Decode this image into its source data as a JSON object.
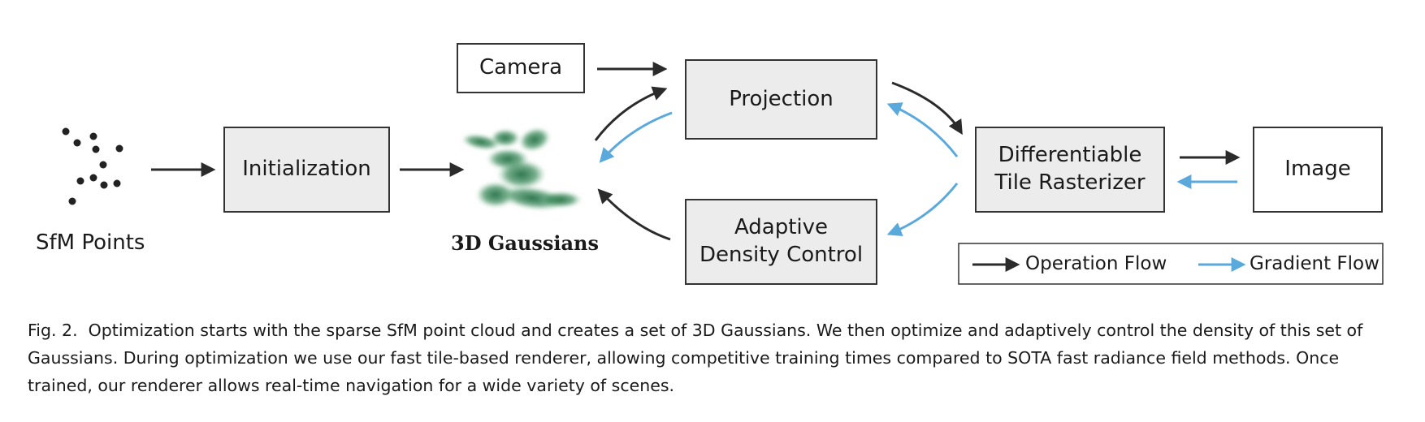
{
  "nodes": {
    "sfm_points": "SfM Points",
    "initialization": "Initialization",
    "gaussians": "3D Gaussians",
    "camera": "Camera",
    "projection": "Projection",
    "adaptive_line1": "Adaptive",
    "adaptive_line2": "Density Control",
    "rasterizer_line1": "Differentiable",
    "rasterizer_line2": "Tile Rasterizer",
    "image": "Image"
  },
  "legend": {
    "operation": "Operation Flow",
    "gradient": "Gradient Flow"
  },
  "colors": {
    "operation_arrow": "#2b2b2b",
    "gradient_arrow": "#5aa9dc",
    "box_fill": "#ececec",
    "gaussian_green": "#2f7d4f"
  },
  "caption": {
    "label": "Fig. 2.",
    "text": "Optimization starts with the sparse SfM point cloud and creates a set of 3D Gaussians. We then optimize and adaptively control the density of this set of Gaussians. During optimization we use our fast tile-based renderer, allowing competitive training times compared to SOTA fast radiance field methods. Once trained, our renderer allows real-time navigation for a wide variety of scenes."
  }
}
